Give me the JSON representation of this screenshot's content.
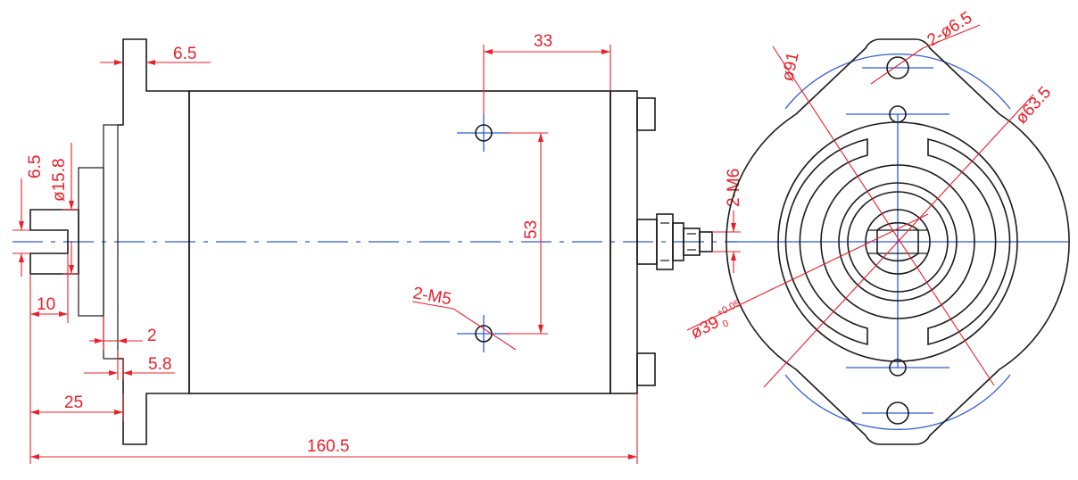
{
  "dimensions": {
    "flange_thickness": "6.5",
    "shaft_slot_width": "6.5",
    "shaft_diameter": "ø15.8",
    "shaft_slot_depth": "10",
    "pilot_step": "2",
    "pilot_offset": "5.8",
    "shaft_to_flange": "25",
    "overall_length": "160.5",
    "hole_offset": "33",
    "hole_spacing": "53",
    "side_holes": "2-M5",
    "terminal_thread": "2-M6",
    "mount_holes": "2-ø6.5",
    "flange_diameter": "ø91",
    "pitch_circle": "ø63.5",
    "pilot_diameter": "ø39",
    "pilot_tolerance_upper": "+0.05",
    "pilot_tolerance_lower": "0"
  },
  "colors": {
    "outline": "#1a1a1a",
    "dimension": "#e8202a",
    "centerline": "#2f5bd8"
  }
}
